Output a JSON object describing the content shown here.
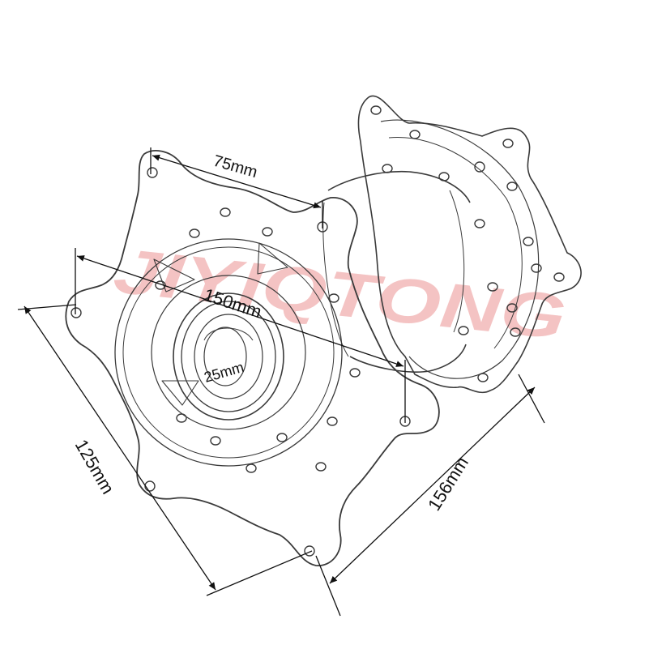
{
  "watermark": {
    "text": "JIYIQTONG",
    "color": "#f2b8b8"
  },
  "colors": {
    "line": "#3a3a3a",
    "dim": "#111111",
    "background": "#ffffff"
  },
  "dimensions": {
    "spoke_spacing": "75mm",
    "flange_diameter": "150mm",
    "axle_bore": "25mm",
    "flange_height": "125mm",
    "hub_width": "156mm"
  }
}
